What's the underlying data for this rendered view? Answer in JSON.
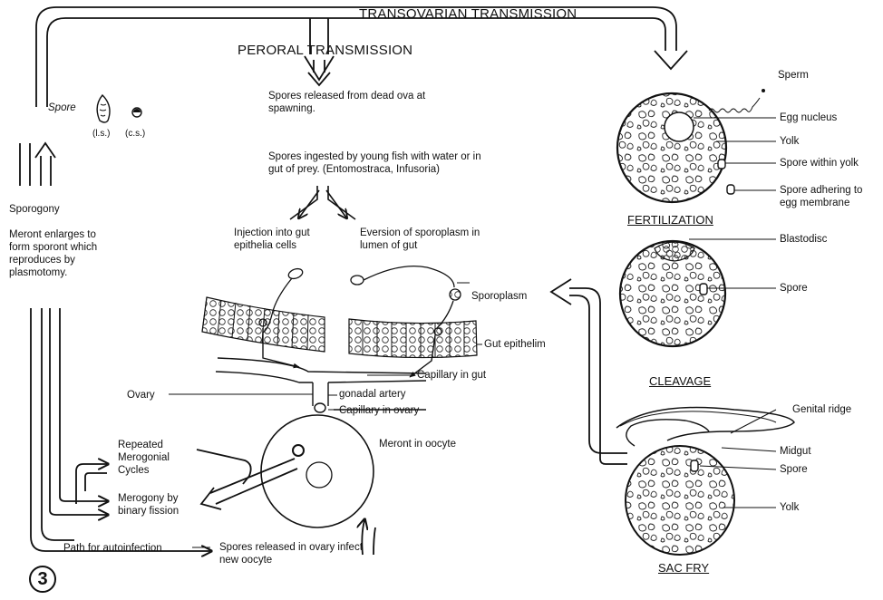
{
  "routes": {
    "transovarian": "TRANSOVARIAN TRANSMISSION",
    "peroral": "PERORAL TRANSMISSION",
    "autoinfection": "Path for autoinfection"
  },
  "spore_views": {
    "spore": "Spore",
    "ls": "(l.s.)",
    "cs": "(c.s.)"
  },
  "sporogony": {
    "title": "Sporogony",
    "text": "Meront enlarges to form sporont which reproduces by plasmotomy."
  },
  "steps": {
    "released": "Spores released from dead ova at spawning.",
    "ingested": "Spores ingested by young fish with water or in gut of prey. (Entomostraca, Infusoria)",
    "injection": "Injection into gut epithelia cells",
    "eversion": "Eversion of sporoplasm in lumen of gut",
    "repeated": "Repeated Merogonial Cycles",
    "merogony": "Merogony by binary fission",
    "released_ovary": "Spores released in ovary infect new oocyte"
  },
  "gut_labels": {
    "sporoplasm": "Sporoplasm",
    "gut_epithelium": "Gut epithelim",
    "capillary_gut": "Capillary in gut",
    "gonadal_artery": "gonadal artery",
    "capillary_ovary": "Capillary in ovary",
    "ovary": "Ovary",
    "meront": "Meront in oocyte"
  },
  "fertilization": {
    "stage": "FERTILIZATION",
    "sperm": "Sperm",
    "egg_nucleus": "Egg nucleus",
    "yolk": "Yolk",
    "spore_within": "Spore within yolk",
    "spore_adhering": "Spore adhering to egg membrane"
  },
  "cleavage": {
    "stage": "CLEAVAGE",
    "blastodisc": "Blastodisc",
    "spore": "Spore"
  },
  "sac_fry": {
    "stage": "SAC FRY",
    "genital_ridge": "Genital ridge",
    "midgut": "Midgut",
    "spore": "Spore",
    "yolk": "Yolk"
  },
  "figure_number": "3",
  "colors": {
    "ink": "#111111",
    "background": "#ffffff"
  }
}
